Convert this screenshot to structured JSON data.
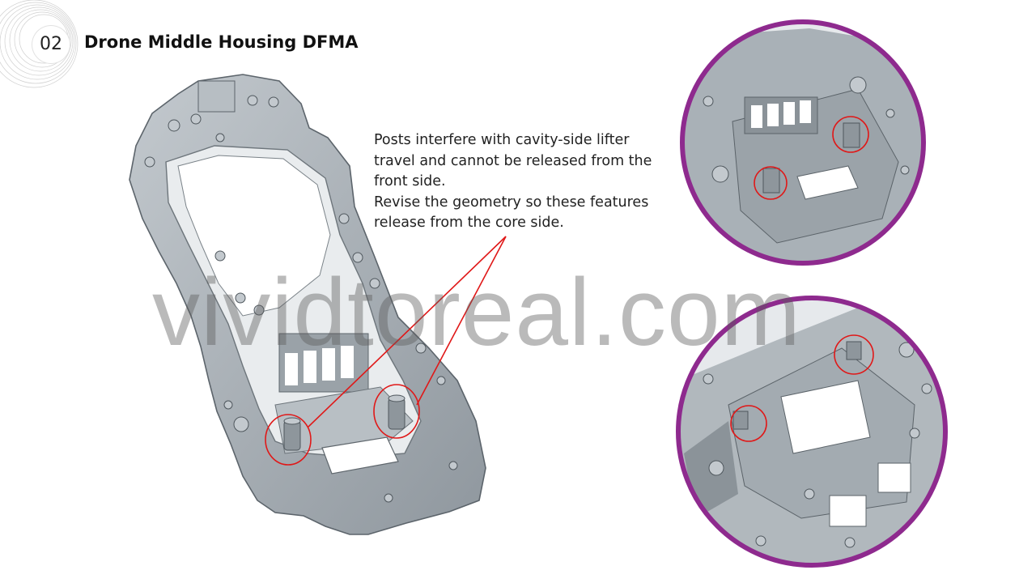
{
  "slide": {
    "number": "02",
    "title": "Drone Middle Housing DFMA"
  },
  "annotation": {
    "line1": "Posts interfere with cavity-side lifter",
    "line2": "travel and cannot be released from the",
    "line3": "front side.",
    "line4": "Revise the geometry so these features",
    "line5": "release from the core side."
  },
  "watermark": "vividtoreal.com",
  "colors": {
    "callout_red": "#e01818",
    "detail_ring": "#8e2a8e",
    "part_gray": "#a9b1b7"
  }
}
